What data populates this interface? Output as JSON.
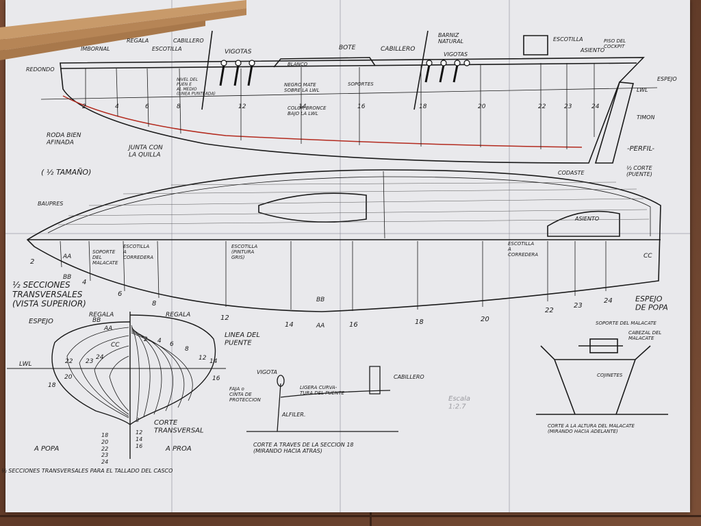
{
  "labels": {
    "redondo": "REDONDO",
    "imbornal": "IMBORNAL",
    "regala_top": "REGALA",
    "escotilla_top": "ESCOTILLA",
    "cabillero_top": "CABILLERO",
    "vigotas_top": "VIGOTAS",
    "bote": "BOTE",
    "cabillero_mid": "CABILLERO",
    "barniz_natural": "BARNIZ\nNATURAL",
    "vigotas_right": "VIGOTAS",
    "escotilla_right": "ESCOTILLA",
    "asiento_top": "ASIENTO",
    "piso_cockpit": "PISO DEL\nCOCKPIT",
    "espejo_right": "ESPEJO",
    "lwl_right": "LWL",
    "timon": "TIMON",
    "perfil": "-PERFIL-",
    "blanco": "BLANCO",
    "negro_mate": "NEGRO MATE\nSOBRE LA LWL",
    "color_bronce": "COLOR BRONCE\nBAJO LA LWL",
    "soportes": "SOPORTES",
    "nivel_del": "NIVEL DEL\nPUEN E\nAL MEDIO\n(LINEA PUNTEADA)",
    "roda_bien": "RODA BIEN\nAFINADA",
    "junta_quilla": "JUNTA CON\nLA QUILLA",
    "medio_tamano": "( ½ TAMAÑO)",
    "codaste": "CODASTE",
    "medio_corte": "½ CORTE\n(PUENTE)",
    "baupres": "BAUPRES",
    "asiento_deck": "ASIENTO",
    "soporte_malacate": "SOPORTE\nDEL\nMALACATE",
    "escotilla_corredera_l": "ESCOTILLA\nA\nCORREDERA",
    "escotilla_pintura": "ESCOTILLA\n(PINTURA\nGRIS)",
    "escotilla_corredera_r": "ESCOTILLA\nA\nCORREDERA",
    "secciones_vista": "½ SECCIONES\nTRANSVERSALES\n(VISTA SUPERIOR)",
    "espejo_popa": "ESPEJO\nDE POPA",
    "espejo_left": "ESPEJO",
    "regala_l": "REGALA",
    "regala_r": "REGALA",
    "linea_puente": "LINEA DEL\nPUENTE",
    "lwl_left": "LWL",
    "corte_transversal": "CORTE\nTRANSVERSAL",
    "a_popa": "A POPA",
    "a_proa": "A PROA",
    "secciones_tallado": "½ SECCIONES TRANSVERSALES PARA EL TALLADO DEL CASCO",
    "vigota_sec": "VIGOTA",
    "faja_cinta": "FAJA o\nCINTA DE\nPROTECCION",
    "ligera_curva": "LIGERA CURVA-\nTURA DEL PUENTE",
    "cabillero_sec": "CABILLERO",
    "alfiler": "ALFILER.",
    "corte_seccion18": "CORTE A TRAVES DE LA SECCION 18\n(MIRANDO HACIA ATRAS)",
    "soporte_del_malacate": "SOPORTE DEL MALACATE",
    "cabezal_malacate": "CABEZAL DEL\nMALACATE",
    "cojinetes": "COJINETES",
    "corte_malacate": "CORTE A LA ALTURA DEL MALACATE\n(MIRANDO HACIA ADELANTE)",
    "handwritten_scale": "Escala\n1:2.7"
  },
  "stations_profile": [
    "2",
    "4",
    "6",
    "8",
    "12",
    "14",
    "16",
    "18",
    "20",
    "22",
    "23",
    "24"
  ],
  "stations_plan": [
    "2",
    "4",
    "6",
    "8",
    "12",
    "14",
    "16",
    "18",
    "20",
    "22",
    "23",
    "24"
  ],
  "plan_letters": [
    "AA",
    "BB",
    "BB",
    "AA",
    "CC"
  ],
  "body_plan_left": [
    "24",
    "23",
    "22",
    "20",
    "18",
    "AA",
    "BB",
    "CC"
  ],
  "body_plan_right": [
    "2",
    "4",
    "6",
    "8",
    "12",
    "14",
    "16"
  ],
  "keel_stack": [
    "18",
    "20",
    "22",
    "23",
    "24",
    "8",
    "12",
    "14",
    "16"
  ],
  "colors": {
    "paper": "#e9e9ec",
    "ink": "#1a1a1a",
    "waterline_red": "#b32a1e",
    "floor": "#6b4330"
  }
}
